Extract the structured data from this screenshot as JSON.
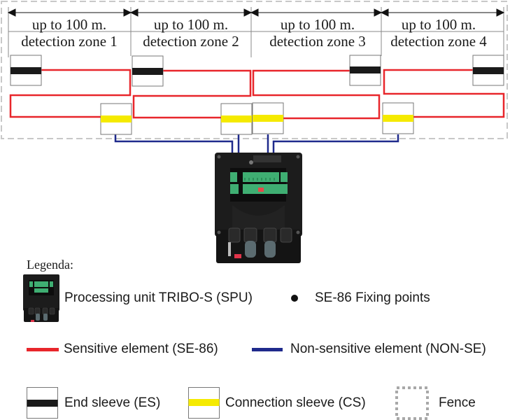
{
  "diagram": {
    "zones": [
      {
        "distance_label": "up to 100 m.",
        "zone_label": "detection zone 1"
      },
      {
        "distance_label": "up to 100 m.",
        "zone_label": "detection zone 2"
      },
      {
        "distance_label": "up to 100 m.",
        "zone_label": "detection zone 3"
      },
      {
        "distance_label": "up to 100 m.",
        "zone_label": "detection zone 4"
      }
    ],
    "colors": {
      "sensitive_element": "#e8262b",
      "non_sensitive_element": "#1f2a8c",
      "end_sleeve": "#1a1a1a",
      "connection_sleeve": "#f5ea00",
      "fence": "#c8c8c8"
    }
  },
  "legend": {
    "title": "Legenda:",
    "items": {
      "processing_unit": "Processing unit TRIBO-S (SPU)",
      "fixing_points": "SE-86 Fixing points",
      "sensitive_element": "Sensitive element (SE-86)",
      "non_sensitive_element": "Non-sensitive element (NON-SE)",
      "end_sleeve": "End sleeve (ES)",
      "connection_sleeve": "Connection sleeve (CS)",
      "fence": "Fence"
    }
  }
}
